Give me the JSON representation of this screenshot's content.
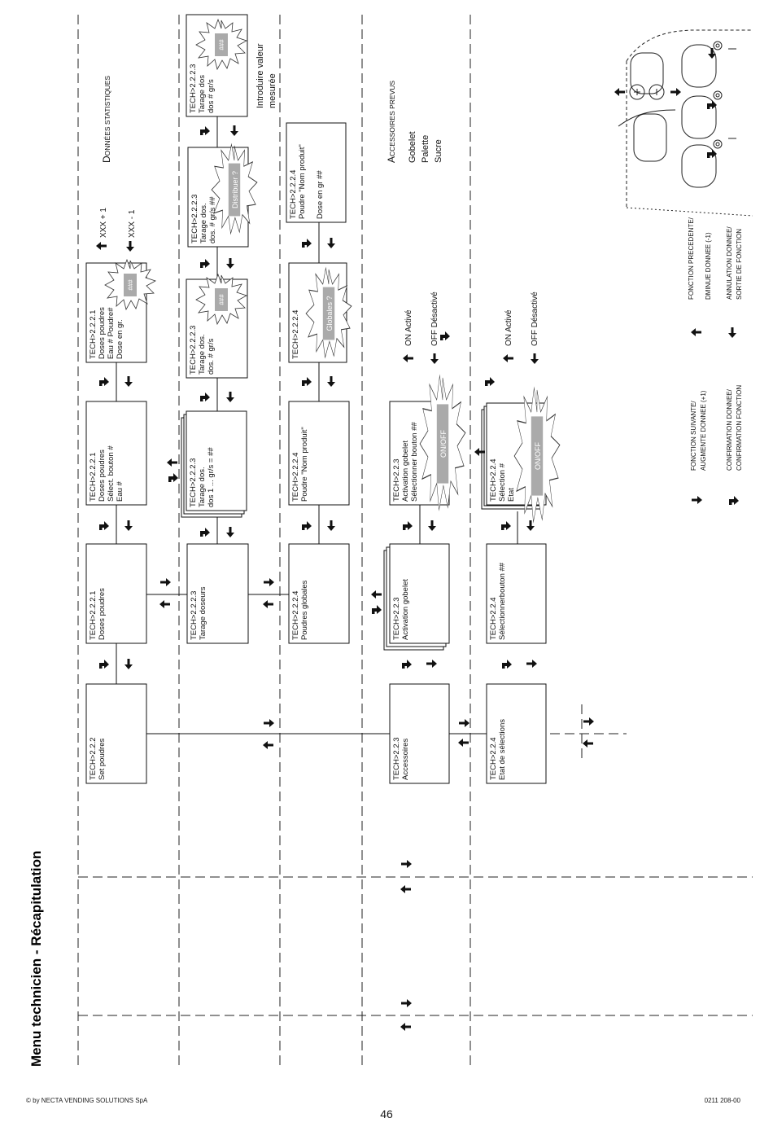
{
  "title": "Menu technicien - Récapitulation",
  "footer": {
    "copyright": "© by NECTA VENDING SOLUTIONS SpA",
    "code": "0211 208-00",
    "page": "46"
  },
  "boxes": {
    "set_poudres": [
      "TECH>2.2.2",
      "Set  poudres"
    ],
    "accessoires": [
      "TECH>2.2.3",
      "Accessoires"
    ],
    "etat_selections": [
      "TECH>2.2.4",
      "Etat de sélections"
    ],
    "doses_poudres": [
      "TECH>2.2.2.1",
      "Doses poudres"
    ],
    "tarage_doseurs": [
      "TECH>2.2.2.3",
      "Tarage  doseurs"
    ],
    "poudres_globales": [
      "TECH>2.2.2.4",
      "Poudres globales"
    ],
    "activation_gobelet": [
      "TECH>2.2.3",
      "Activation gobelet"
    ],
    "selectionner_bouton": [
      "TECH>2.2.4",
      "Sélectionnerbouton  ##"
    ],
    "select_bouton": [
      "TECH>2.2.2.1",
      "Doses poudres",
      "Sélect. bouton #",
      "Eau #"
    ],
    "tarage_dos_1": [
      "TECH>2.2.2.3",
      "Tarage dos.",
      "dos 1 ...  gr/s = ##"
    ],
    "poudre_nom_1": [
      "TECH>2.2.2.4",
      "Poudre \"Nom produit\""
    ],
    "activation_gobelet_sel": [
      "TECH>2.2.3",
      "Activation gobelet",
      "Sélectionner bouton ##"
    ],
    "selection_etat": [
      "TECH>2.2.4",
      "Sélection   #",
      "Etat"
    ],
    "eau_poudre": [
      "TECH>2.2.2.1",
      "Doses poudres",
      "Eau # Poudre#",
      "Dose en gr."
    ],
    "tarage_dos_2": [
      "TECH>2.2.2.3",
      "Tarage dos.",
      "dos. #  gr/s"
    ],
    "globales_box": [
      "TECH>2.2.2.4"
    ],
    "tarage_dos_3": [
      "TECH>2.2.2.3",
      "Tarage dos.",
      "dos. #  gr/s ##"
    ],
    "poudre_nom_2": [
      "TECH>2.2.2.4",
      "Poudre \"Nom produit\"",
      "",
      "Dose en gr        ##"
    ],
    "tarage_dos_4": [
      "TECH>2.2.2.3",
      "Tarage dos",
      "dos #  gr/s"
    ]
  },
  "bursts": {
    "hash1": "###",
    "hash2": "###",
    "hash3": "###",
    "distribuer": "Distribuer ?",
    "globales": "Globales ?",
    "onoff1": "ON/OFF",
    "onoff2": "ON/OFF"
  },
  "labels": {
    "xxx_plus": "XXX + 1",
    "xxx_minus": "XXX - 1",
    "on1": "ON   Activé",
    "off1": "OFF  Désactivé",
    "on2": "ON   Activé",
    "off2": "OFF  Désactivé",
    "introduire": [
      "Introduire valeur",
      "mesurée"
    ],
    "donnees_title": "Données statistiques",
    "accessoires_title": "Accessoires prevus",
    "accessoires_items": [
      "Gobelet",
      "Palette",
      "Sucre"
    ]
  },
  "legend": {
    "next": [
      "FONCTION SUIVANTE/",
      "AUGMENTE DONNEE (+1)"
    ],
    "confirm": [
      "CONFIRMATION DONNEE/",
      "CONFIRMATION FONCTION"
    ],
    "prev": [
      "FONCTION PRECEDENTE/",
      "DMINUE DONNEE (-1)"
    ],
    "cancel": [
      "ANNULATION DONNEE/",
      "SORTIE DE FONCTION"
    ]
  }
}
